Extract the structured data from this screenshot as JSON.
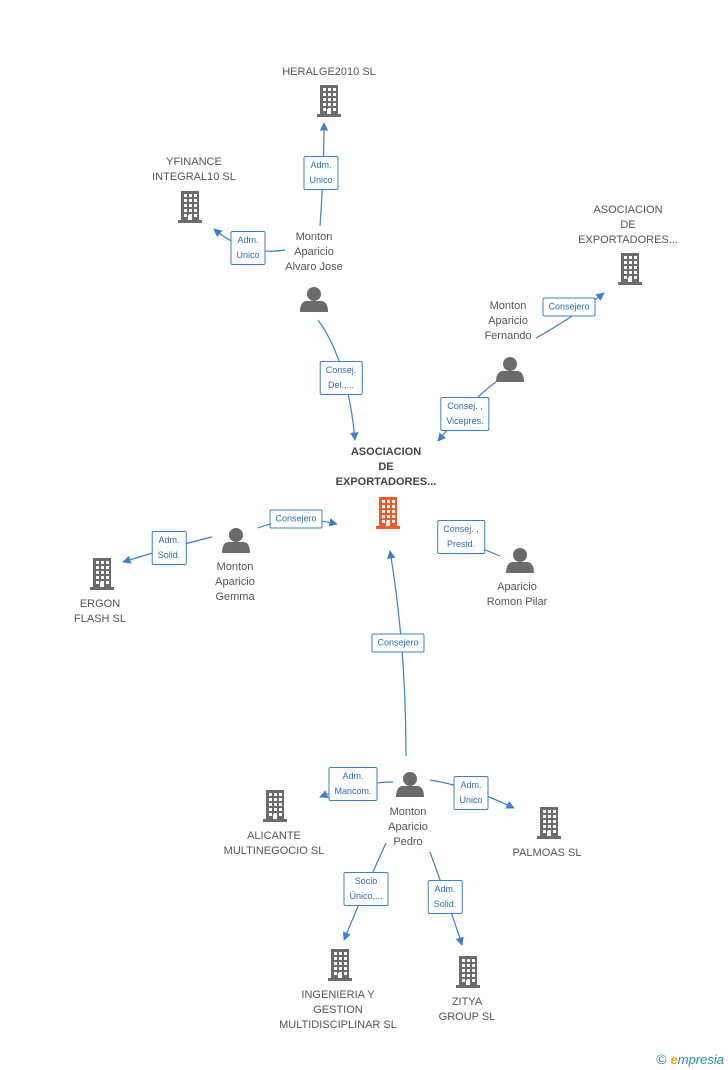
{
  "diagram": {
    "nodes": [
      {
        "id": "heralge",
        "type": "company",
        "label": [
          "HERALGE2010 SL"
        ]
      },
      {
        "id": "yfinance",
        "type": "company",
        "label": [
          "YFINANCE",
          "INTEGRAL10 SL"
        ]
      },
      {
        "id": "asoc_top",
        "type": "company",
        "label": [
          "ASOCIACION",
          "DE",
          "EXPORTADORES..."
        ]
      },
      {
        "id": "alvaro",
        "type": "person",
        "label": [
          "Monton",
          "Aparicio",
          "Alvaro Jose"
        ]
      },
      {
        "id": "fernando",
        "type": "person",
        "label": [
          "Monton",
          "Aparicio",
          "Fernando"
        ]
      },
      {
        "id": "main",
        "type": "company-main",
        "label": [
          "ASOCIACION",
          "DE",
          "EXPORTADORES..."
        ]
      },
      {
        "id": "gemma",
        "type": "person",
        "label": [
          "Monton",
          "Aparicio",
          "Gemma"
        ]
      },
      {
        "id": "ergon",
        "type": "company",
        "label": [
          "ERGON",
          "FLASH SL"
        ]
      },
      {
        "id": "pilar",
        "type": "person",
        "label": [
          "Aparicio",
          "Romon Pilar"
        ]
      },
      {
        "id": "pedro",
        "type": "person",
        "label": [
          "Monton",
          "Aparicio",
          "Pedro"
        ]
      },
      {
        "id": "alicante",
        "type": "company",
        "label": [
          "ALICANTE",
          "MULTINEGOCIO SL"
        ]
      },
      {
        "id": "palmoas",
        "type": "company",
        "label": [
          "PALMOAS SL"
        ]
      },
      {
        "id": "ingenieria",
        "type": "company",
        "label": [
          "INGENIERIA Y",
          "GESTION",
          "MULTIDISCIPLINAR SL"
        ]
      },
      {
        "id": "zitya",
        "type": "company",
        "label": [
          "ZITYA",
          "GROUP SL"
        ]
      }
    ],
    "edges": [
      {
        "id": "e1",
        "from": "alvaro",
        "to": "heralge",
        "label": [
          "Adm.",
          "Unico"
        ]
      },
      {
        "id": "e2",
        "from": "alvaro",
        "to": "yfinance",
        "label": [
          "Adm.",
          "Unico"
        ]
      },
      {
        "id": "e3",
        "from": "alvaro",
        "to": "main",
        "label": [
          "Consej.",
          "Del.,..."
        ]
      },
      {
        "id": "e4",
        "from": "fernando",
        "to": "asoc_top",
        "label": [
          "Consejero"
        ]
      },
      {
        "id": "e5",
        "from": "fernando",
        "to": "main",
        "label": [
          "Consej. ,",
          "Vicepres."
        ]
      },
      {
        "id": "e6",
        "from": "gemma",
        "to": "main",
        "label": [
          "Consejero"
        ]
      },
      {
        "id": "e7",
        "from": "gemma",
        "to": "ergon",
        "label": [
          "Adm.",
          "Solid."
        ]
      },
      {
        "id": "e8",
        "from": "pilar",
        "to": "main",
        "label": [
          "Consej. ,",
          "Presid."
        ]
      },
      {
        "id": "e9",
        "from": "pedro",
        "to": "main",
        "label": [
          "Consejero"
        ]
      },
      {
        "id": "e10",
        "from": "pedro",
        "to": "alicante",
        "label": [
          "Adm.",
          "Mancom."
        ]
      },
      {
        "id": "e11",
        "from": "pedro",
        "to": "palmoas",
        "label": [
          "Adm.",
          "Unico"
        ]
      },
      {
        "id": "e12",
        "from": "pedro",
        "to": "ingenieria",
        "label": [
          "Socio",
          "Único,..."
        ]
      },
      {
        "id": "e13",
        "from": "pedro",
        "to": "zitya",
        "label": [
          "Adm.",
          "Solid."
        ]
      }
    ]
  },
  "colors": {
    "edge": "#3d7fce",
    "company_icon": "#6b6b6b",
    "main_icon": "#f05a28",
    "person_icon": "#6b6b6b"
  },
  "watermark": {
    "copyright": "©",
    "brand_initial": "e",
    "brand_rest": "mpresia"
  }
}
